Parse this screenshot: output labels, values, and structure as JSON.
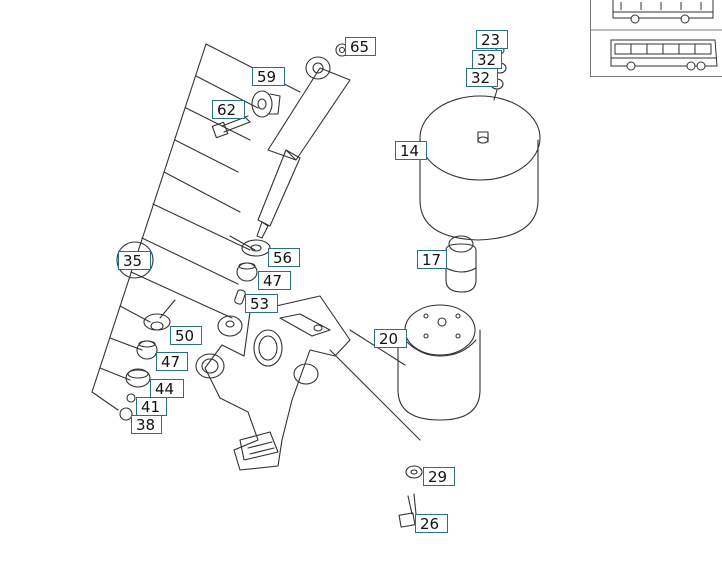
{
  "diagram": {
    "callouts": [
      {
        "id": "65",
        "label": "65"
      },
      {
        "id": "59",
        "label": "59"
      },
      {
        "id": "62",
        "label": "62"
      },
      {
        "id": "23",
        "label": "23"
      },
      {
        "id": "32a",
        "label": "32"
      },
      {
        "id": "32b",
        "label": "32"
      },
      {
        "id": "14",
        "label": "14"
      },
      {
        "id": "35",
        "label": "35"
      },
      {
        "id": "56",
        "label": "56"
      },
      {
        "id": "47a",
        "label": "47"
      },
      {
        "id": "53",
        "label": "53"
      },
      {
        "id": "17",
        "label": "17"
      },
      {
        "id": "50",
        "label": "50"
      },
      {
        "id": "20",
        "label": "20"
      },
      {
        "id": "47b",
        "label": "47"
      },
      {
        "id": "44",
        "label": "44"
      },
      {
        "id": "41",
        "label": "41"
      },
      {
        "id": "38",
        "label": "38"
      },
      {
        "id": "29",
        "label": "29"
      },
      {
        "id": "26",
        "label": "26"
      }
    ]
  },
  "thumbnails": [
    {
      "name": "bus-side-view-1",
      "selected": false
    },
    {
      "name": "bus-side-view-2",
      "selected": true
    }
  ],
  "colors": {
    "line": "#333333",
    "callout_border": "#2a6f8a"
  }
}
